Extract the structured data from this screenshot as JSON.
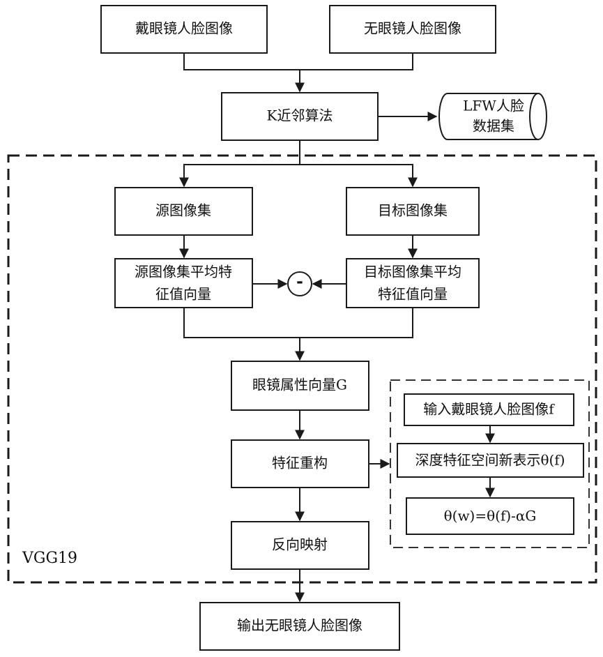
{
  "nodes": {
    "glasses_face": "戴眼镜人脸图像",
    "no_glasses_face": "无眼镜人脸图像",
    "knn": "K近邻算法",
    "lfw_line1": "LFW人脸",
    "lfw_line2": "数据集",
    "source_set": "源图像集",
    "target_set": "目标图像集",
    "source_mean_line1": "源图像集平均特",
    "source_mean_line2": "征值向量",
    "target_mean_line1": "目标图像集平均",
    "target_mean_line2": "特征值向量",
    "minus_op": "-",
    "glasses_attr": "眼镜属性向量G",
    "feature_recon": "特征重构",
    "input_face": "输入戴眼镜人脸图像f",
    "deep_feature": "深度特征空间新表示θ(f)",
    "formula": "θ(w)=θ(f)-αG",
    "inverse_map": "反向映射",
    "output_face": "输出无眼镜人脸图像"
  },
  "group_label": "VGG19"
}
